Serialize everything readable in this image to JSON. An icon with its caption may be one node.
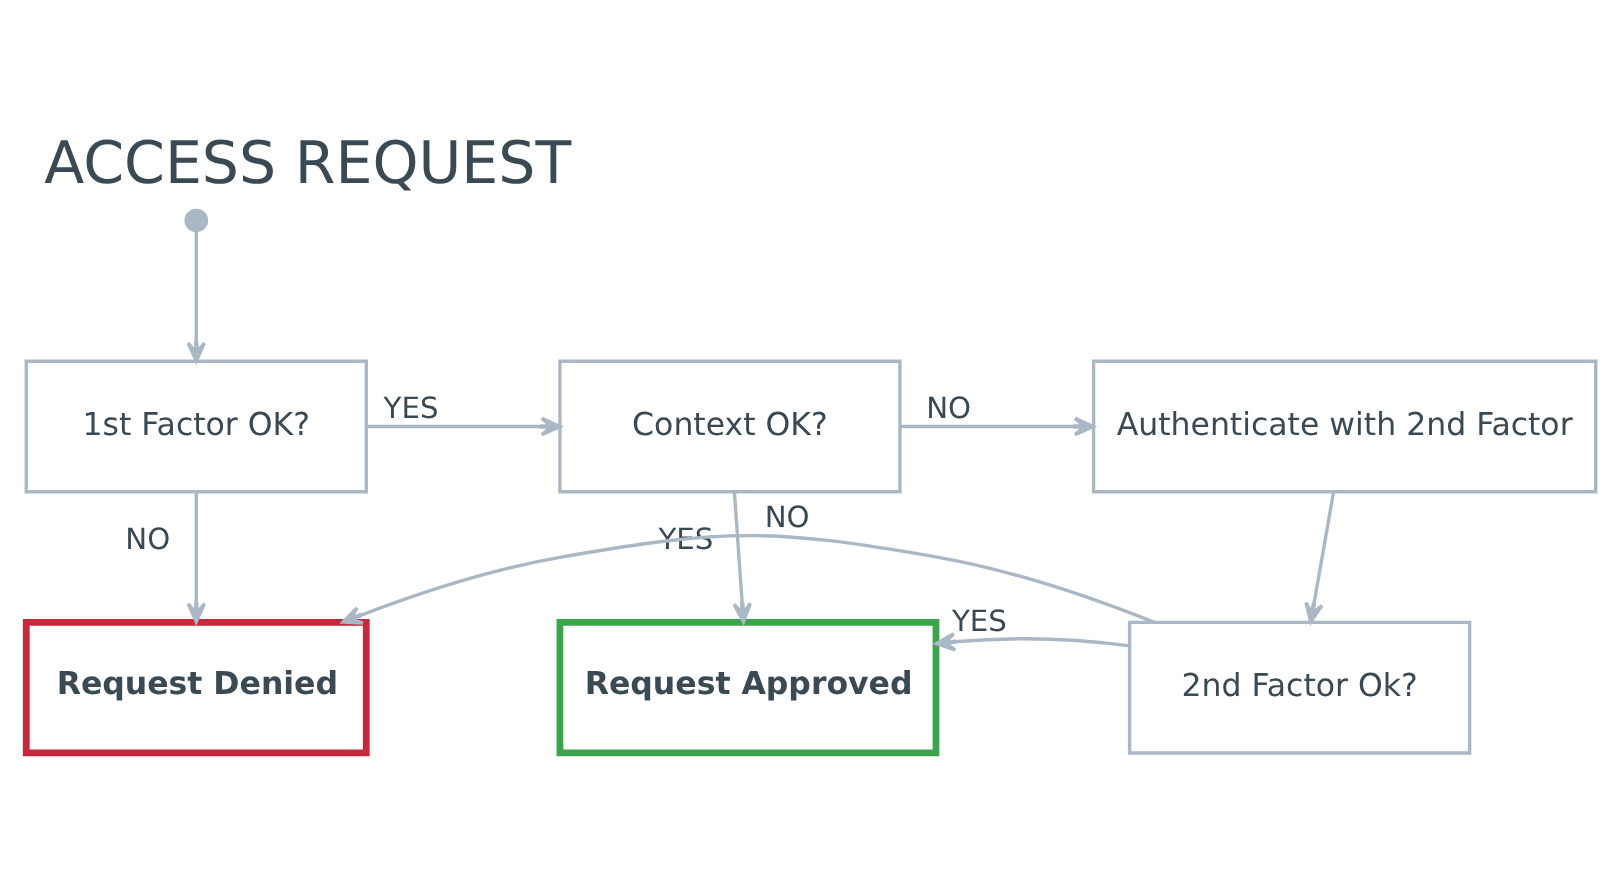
{
  "diagram": {
    "title": "ACCESS REQUEST",
    "nodes": [
      {
        "text": [],
        "shape": "circle"
      },
      {
        "text": [
          "1st Factor OK?"
        ]
      },
      {
        "text": [
          "Context OK?"
        ]
      },
      {
        "text": [
          "Authenticate with 2nd Factor"
        ]
      },
      {
        "text": [
          "Request Denied"
        ]
      },
      {
        "text": [
          "Request Approved"
        ]
      },
      {
        "text": [
          "2nd Factor Ok?"
        ]
      }
    ],
    "edges": [
      {
        "from": 0,
        "to": 1,
        "arrow": "to"
      },
      {
        "from": 1,
        "to": 2,
        "arrow": "to",
        "label": "YES"
      },
      {
        "from": 2,
        "to": 3,
        "arrow": "to",
        "label": "NO"
      },
      {
        "from": 1,
        "to": 4,
        "arrow": "to",
        "label": "NO"
      },
      {
        "from": 2,
        "to": 5,
        "arrow": "to",
        "label": "YES"
      },
      {
        "from": 3,
        "to": 6,
        "arrow": "to"
      },
      {
        "from": 6,
        "to": 5,
        "arrow": "to",
        "label": "YES"
      },
      {
        "from": 6,
        "to": 4,
        "arrow": "to",
        "label": "NO"
      }
    ]
  }
}
